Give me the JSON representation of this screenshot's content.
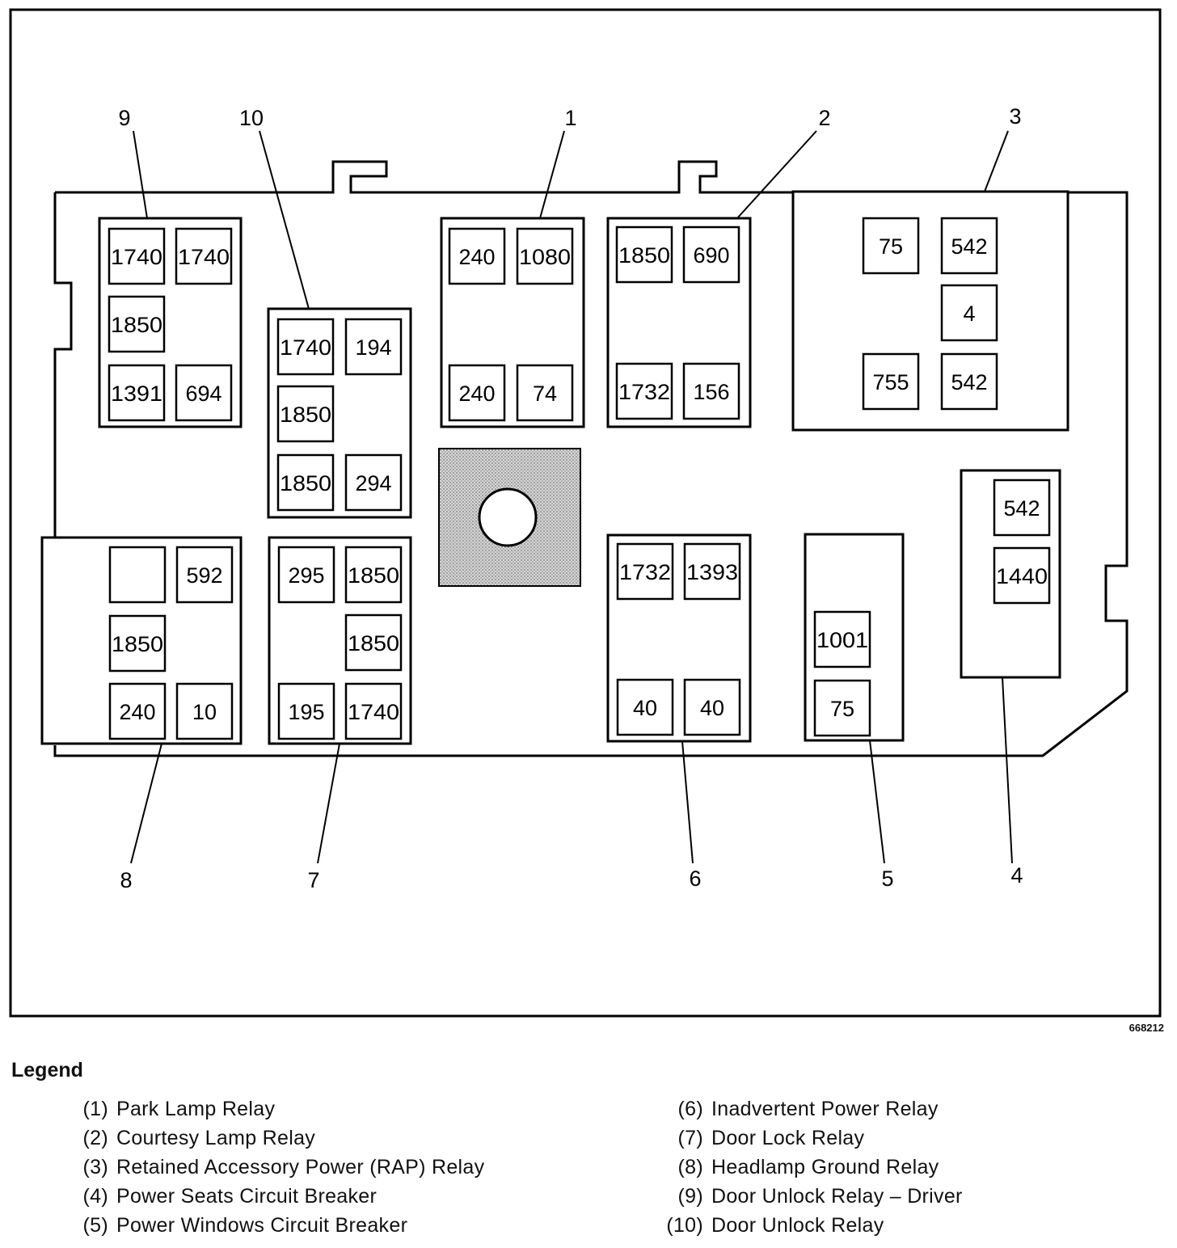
{
  "figure_id": "668212",
  "relays": [
    {
      "id": "1",
      "pins": [
        "240",
        "1080",
        "240",
        "74"
      ]
    },
    {
      "id": "2",
      "pins": [
        "1850",
        "690",
        "1732",
        "156"
      ]
    },
    {
      "id": "3",
      "pins": [
        "75",
        "542",
        "4",
        "755",
        "542"
      ]
    },
    {
      "id": "4",
      "pins": [
        "542",
        "1440"
      ]
    },
    {
      "id": "5",
      "pins": [
        "1001",
        "75"
      ]
    },
    {
      "id": "6",
      "pins": [
        "1732",
        "1393",
        "40",
        "40"
      ]
    },
    {
      "id": "7",
      "pins": [
        "295",
        "1850",
        "1850",
        "195",
        "1740"
      ]
    },
    {
      "id": "8",
      "pins": [
        "",
        "592",
        "1850",
        "240",
        "10"
      ]
    },
    {
      "id": "9",
      "pins": [
        "1740",
        "1740",
        "1850",
        "1391",
        "694"
      ]
    },
    {
      "id": "10",
      "pins": [
        "1740",
        "194",
        "1850",
        "1850",
        "294"
      ]
    }
  ],
  "legend": {
    "title": "Legend",
    "items": [
      {
        "num": "(1)",
        "label": "Park Lamp Relay"
      },
      {
        "num": "(2)",
        "label": "Courtesy Lamp Relay"
      },
      {
        "num": "(3)",
        "label": "Retained Accessory Power (RAP) Relay"
      },
      {
        "num": "(4)",
        "label": "Power Seats Circuit Breaker"
      },
      {
        "num": "(5)",
        "label": "Power Windows Circuit Breaker"
      },
      {
        "num": "(6)",
        "label": "Inadvertent Power Relay"
      },
      {
        "num": "(7)",
        "label": "Door Lock Relay"
      },
      {
        "num": "(8)",
        "label": "Headlamp Ground Relay"
      },
      {
        "num": "(9)",
        "label": "Door Unlock Relay – Driver"
      },
      {
        "num": "(10)",
        "label": "Door Unlock Relay"
      }
    ]
  }
}
